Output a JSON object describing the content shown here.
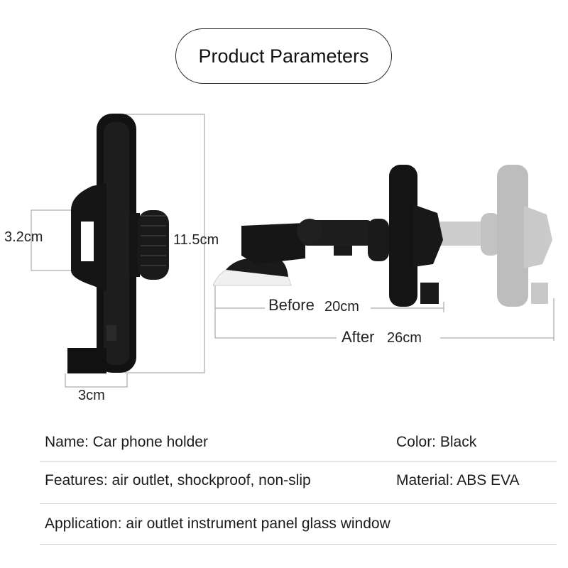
{
  "header": {
    "title": "Product Parameters"
  },
  "dimensions": {
    "clamp_width": "3.2cm",
    "holder_height": "11.5cm",
    "holder_depth": "3cm",
    "before_label": "Before",
    "before_value": "20cm",
    "after_label": "After",
    "after_value": "26cm"
  },
  "specs": {
    "name": "Name: Car phone holder",
    "color": "Color: Black",
    "features": "Features: air outlet, shockproof, non-slip",
    "material": "Material: ABS EVA",
    "application": "Application: air outlet instrument panel glass window"
  },
  "colors": {
    "product": "#141414",
    "ghost": "#b9b9b9",
    "line": "#9a9a9a"
  }
}
